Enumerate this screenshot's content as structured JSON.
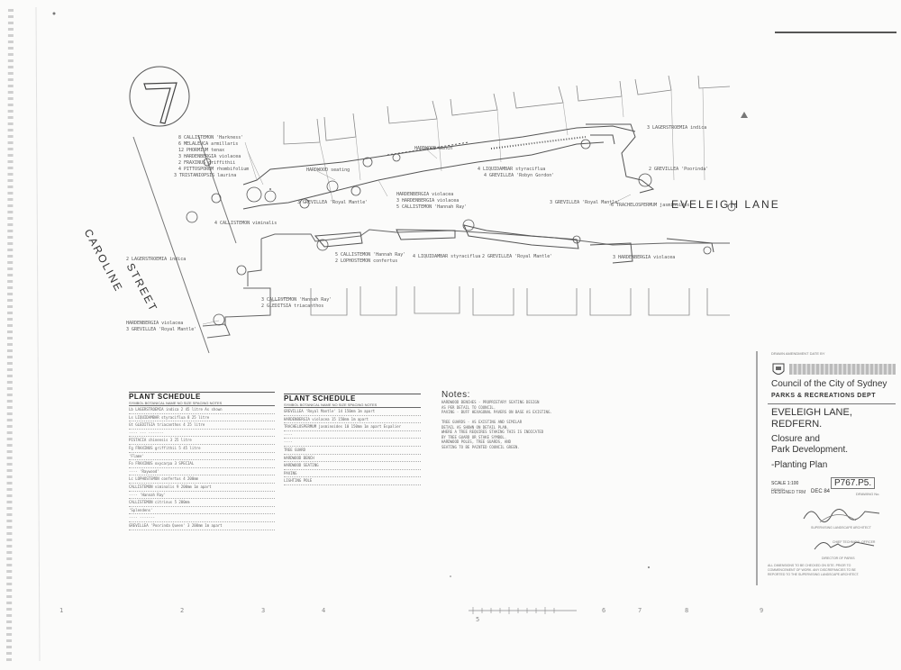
{
  "plan": {
    "streets": {
      "caroline": "CAROLINE",
      "street": "STREET",
      "eveleigh_lane": "EVELEIGH   LANE"
    },
    "callouts": [
      "8 CALLISTEMON 'Harkness'",
      "6 MELALEUCA armillaris",
      "12 PHORMIUM tenax",
      "3 HARDENBERGIA violacea",
      "2 FRAXINUS griffithii",
      "4 PITTOSPORUM rhombifolium",
      "3 TRISTANIOPSIS laurina",
      "HARDWOOD bench",
      "3 LAGERSTROEMIA indica",
      "2 GREVILLEA 'Poorinda'",
      "4 LIQUIDAMBAR styraciflua",
      "HARDWOOD seating",
      "4 GREVILLEA 'Robyn Gordon'",
      "3 GREVILLEA 'Royal Mantle'",
      "HARDENBERGIA violacea",
      "3 HARDENBERGIA violacea",
      "5 CALLISTEMON 'Hannah Ray'",
      "4 CALLISTEMON viminalis",
      "6 TRACHELOSPERMUM jasminoides",
      "3 GREVILLEA 'Royal Mantle'",
      "2 LAGERSTROEMIA indica",
      "5 CALLISTEMON 'Hannah Ray'",
      "2 LOPHOSTEMON confertus",
      "4 LIQUIDAMBAR styraciflua",
      "2 GREVILLEA 'Royal Mantle'",
      "3 HARDENBERGIA violacea",
      "3 CALLISTEMON 'Hannah Ray'",
      "2 GLEDITSIA triacanthos",
      "HARDENBERGIA violacea",
      "3 GREVILLEA 'Royal Mantle'"
    ]
  },
  "schedule1": {
    "title": "PLANT SCHEDULE",
    "headers": "SYMBOL  BOTANICAL NAME          NO   SIZE     SPACING   NOTES",
    "rows": [
      "Lb   LAGERSTROEMIA indica        2   45 litre   As shown",
      "Ls   LIQUIDAMBAR styraciflua     8   25 litre",
      "Gt   GLEDITSIA triacanthos       4   25 litre",
      "     ----  ---  -------",
      "     PISTACIA chinensis          3   25 litre",
      "Fg   FRAXINUS griffithii         5   45 litre",
      "     'Flame'",
      "Fo   FRAXINUS oxycarpa           3   SPECIAL",
      "     ----  'Raywood'",
      "Lc   LOPHOSTEMON confertus       4   200mm",
      "     CALLISTEMON viminalis       9   200mm   1m apart",
      "     ----  'Hannah Ray'",
      "     CALLISTEMON citrinus        5   200mm",
      "     'Splendens'",
      "     ----  -------",
      "     GREVILLEA 'Poorinda Queen'   3   200mm   1m apart"
    ]
  },
  "schedule2": {
    "title": "PLANT SCHEDULE",
    "headers": "SYMBOL  BOTANICAL NAME          NO   SIZE     SPACING   NOTES",
    "rows": [
      "     GREVILLEA 'Royal Mantle'   14   150mm   1m apart",
      "     HARDENBERGIA violacea      15   150mm   1m apart",
      "     TRACHELOSPERMUM jasminoides  10   150mm   1m apart   Espalier",
      "     ----",
      "     ----",
      "     TREE GUARD",
      "     HARDWOOD BENCH",
      "     HARDWOOD SEATING",
      "     PAVING",
      "     LIGHTING POLE"
    ]
  },
  "notes": {
    "title": "Notes:",
    "lines": [
      "HARDWOOD BENCHES - PROPRIETARY SEATING DESIGN",
      "AS PER DETAIL TO COUNCIL.",
      "PAVING - BUFF HEXAGONAL PAVERS ON BASE AS EXISTING.",
      "",
      "TREE GUARDS - AS EXISTING AND SIMILAR",
      "DETAIL AS SHOWN ON DETAIL PLAN.",
      "WHERE A TREE REQUIRES STAKING THIS IS INDICATED",
      "BY TREE GUARD OR STAKE SYMBOL.",
      "HARDWOOD POLES, TREE GUARDS, AND",
      "SEATING TO BE PAINTED COUNCIL GREEN."
    ]
  },
  "title_block": {
    "meta": "DRAWN   AMENDMENT   DATE   BY",
    "council": "Council of the City of Sydney",
    "dept": "PARKS & RECREATIONS DEPT",
    "project_1": "EVELEIGH LANE,",
    "project_2": "REDFERN.",
    "desc_1": "Closure and",
    "desc_2": "Park Development.",
    "desc_3": "-Planting  Plan",
    "scale": "SCALE 1:100",
    "drawing_no": "P767.P5.",
    "date": "DEC 84",
    "drawn": "DRAWN",
    "designed": "DESIGNED  TRM",
    "sheet": "DRAWING No.",
    "role_1": "SUPERVISING LANDSCAPE ARCHITECT",
    "role_2": "CHIEF TECHNICAL OFFICER",
    "role_3": "DIRECTOR OF PARKS",
    "disclaimer_1": "ALL DIMENSIONS TO BE CHECKED ON SITE. PRIOR TO",
    "disclaimer_2": "COMMENCEMENT OF WORK. ANY DISCREPANCIES TO BE",
    "disclaimer_3": "REPORTED TO THE SUPERVISING LANDSCAPE ARCHITECT."
  },
  "ruler": {
    "marks": [
      "1",
      "2",
      "3",
      "4",
      "5",
      "6",
      "7",
      "8",
      "9"
    ]
  }
}
